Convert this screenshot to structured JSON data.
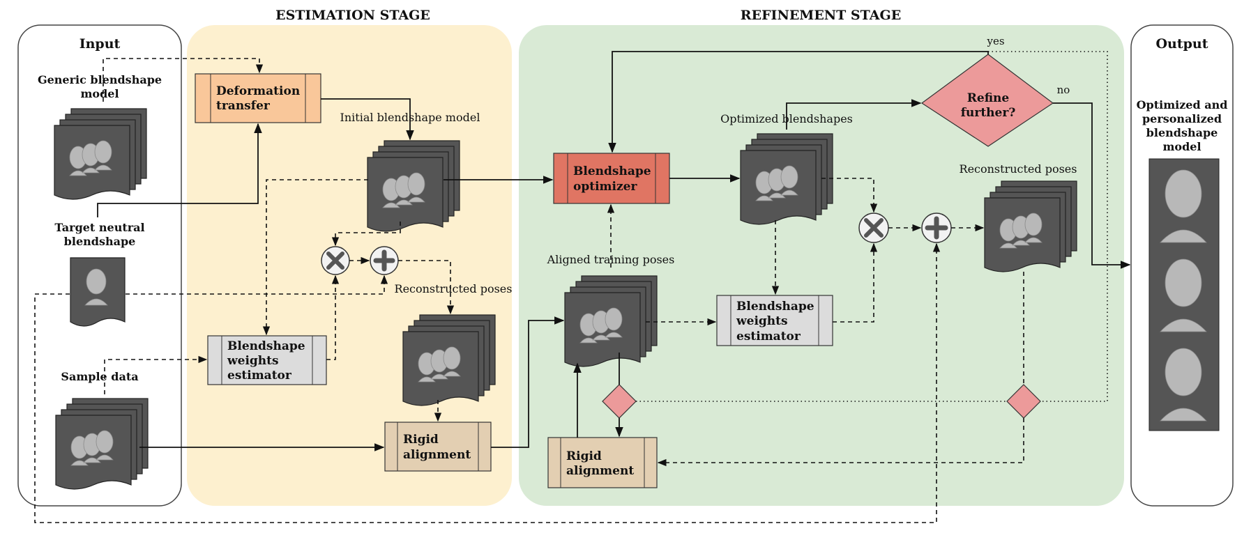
{
  "stages": {
    "estimation_title": "ESTIMATION STAGE",
    "refinement_title": "REFINEMENT STAGE"
  },
  "input_panel": {
    "title": "Input",
    "generic_label": [
      "Generic blendshape",
      "model"
    ],
    "target_label": [
      "Target neutral",
      "blendshape"
    ],
    "sample_label": "Sample data"
  },
  "output_panel": {
    "title": "Output",
    "label": [
      "Optimized and",
      "personalized",
      "blendshape",
      "model"
    ]
  },
  "estimation": {
    "deformation_transfer": [
      "Deformation",
      "transfer"
    ],
    "initial_model_label": "Initial blendshape model",
    "weights_estimator": [
      "Blendshape",
      "weights",
      "estimator"
    ],
    "reconstructed_label": "Reconstructed poses",
    "rigid_alignment": [
      "Rigid",
      "alignment"
    ]
  },
  "refinement": {
    "optimizer": [
      "Blendshape",
      "optimizer"
    ],
    "optimized_label": "Optimized blendshapes",
    "decision": [
      "Refine",
      "further?"
    ],
    "yes_label": "yes",
    "no_label": "no",
    "reconstructed_label": "Reconstructed poses",
    "aligned_label": "Aligned training poses",
    "weights_estimator": [
      "Blendshape",
      "weights",
      "estimator"
    ],
    "rigid_alignment": [
      "Rigid",
      "alignment"
    ]
  },
  "colors": {
    "estimation_bg": "#fdf0cf",
    "refinement_bg": "#d9ead5",
    "deformation_fill": "#f9c79a",
    "optimizer_fill": "#e07563",
    "decision_fill": "#ec9a9a",
    "estimator_fill": "#dcdcdc",
    "alignment_fill": "#e3cfb2"
  }
}
